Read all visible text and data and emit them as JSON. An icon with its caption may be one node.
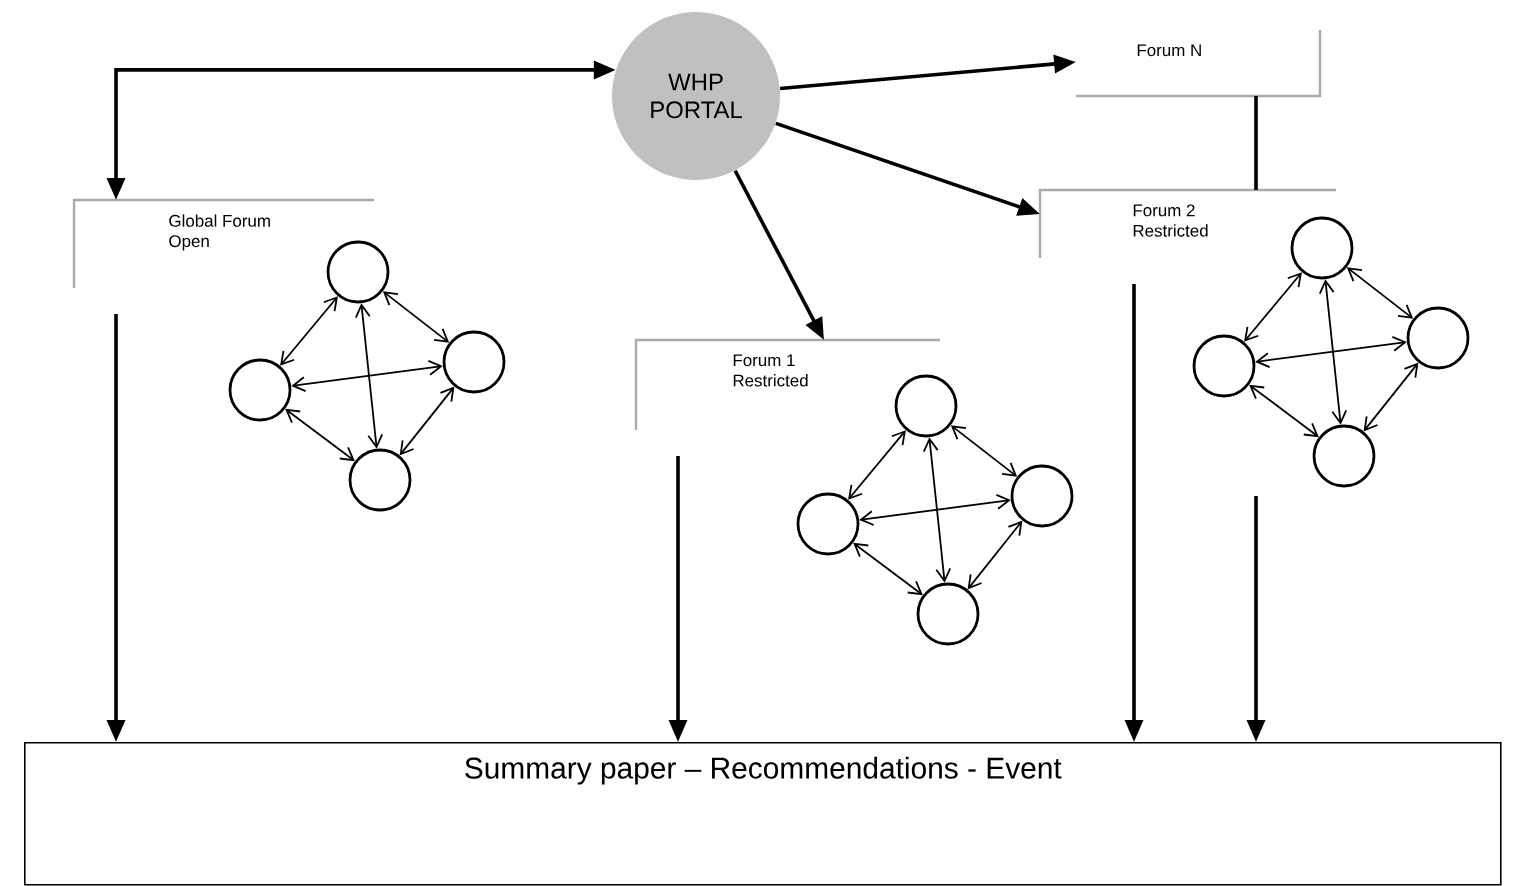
{
  "diagram": {
    "nodes": [
      {
        "text": [
          "WHP PORTAL"
        ]
      },
      {
        "text": [
          "Forum N"
        ]
      },
      {
        "text": [
          "Global Forum Open"
        ]
      },
      {
        "text": [
          "Forum 2 Restricted"
        ]
      },
      {
        "text": [
          "Forum 1 Restricted"
        ]
      },
      {
        "text": [],
        "shape": "circle"
      },
      {
        "text": [],
        "shape": "circle"
      },
      {
        "text": [],
        "shape": "circle"
      },
      {
        "text": [],
        "shape": "circle"
      },
      {
        "text": [],
        "shape": "circle"
      },
      {
        "text": [],
        "shape": "circle"
      },
      {
        "text": [],
        "shape": "circle"
      },
      {
        "text": [],
        "shape": "circle"
      },
      {
        "text": [],
        "shape": "circle"
      },
      {
        "text": [],
        "shape": "circle"
      },
      {
        "text": [],
        "shape": "circle"
      },
      {
        "text": [],
        "shape": "circle"
      },
      {
        "text": [
          "Summary paper – Recommendations - Event"
        ]
      }
    ],
    "edges": [
      {
        "from": 2,
        "to": 0,
        "arrow": "both"
      },
      {
        "from": 0,
        "to": 1,
        "arrow": "to"
      },
      {
        "from": 0,
        "to": 3,
        "arrow": "to"
      },
      {
        "from": 0,
        "to": 4,
        "arrow": "to"
      },
      {
        "from": 1,
        "to": 3,
        "arrow": "none"
      },
      {
        "from": 2,
        "to": 17,
        "arrow": "to"
      },
      {
        "from": 4,
        "to": 17,
        "arrow": "to"
      },
      {
        "from": 3,
        "to": 17,
        "arrow": "to"
      },
      {
        "from": null,
        "to": 17,
        "arrow": "to"
      },
      {
        "from": 5,
        "to": 6,
        "arrow": "both"
      },
      {
        "from": 5,
        "to": 7,
        "arrow": "both"
      },
      {
        "from": 5,
        "to": 8,
        "arrow": "both"
      },
      {
        "from": 6,
        "to": 7,
        "arrow": "both"
      },
      {
        "from": 6,
        "to": 8,
        "arrow": "both"
      },
      {
        "from": 7,
        "to": 8,
        "arrow": "both"
      },
      {
        "from": 9,
        "to": 10,
        "arrow": "both"
      },
      {
        "from": 9,
        "to": 11,
        "arrow": "both"
      },
      {
        "from": 9,
        "to": 12,
        "arrow": "both"
      },
      {
        "from": 10,
        "to": 11,
        "arrow": "both"
      },
      {
        "from": 10,
        "to": 12,
        "arrow": "both"
      },
      {
        "from": 11,
        "to": 12,
        "arrow": "both"
      },
      {
        "from": 13,
        "to": 14,
        "arrow": "both"
      },
      {
        "from": 13,
        "to": 15,
        "arrow": "both"
      },
      {
        "from": 13,
        "to": 16,
        "arrow": "both"
      },
      {
        "from": 14,
        "to": 15,
        "arrow": "both"
      },
      {
        "from": 14,
        "to": 16,
        "arrow": "both"
      },
      {
        "from": 15,
        "to": 16,
        "arrow": "both"
      }
    ]
  }
}
